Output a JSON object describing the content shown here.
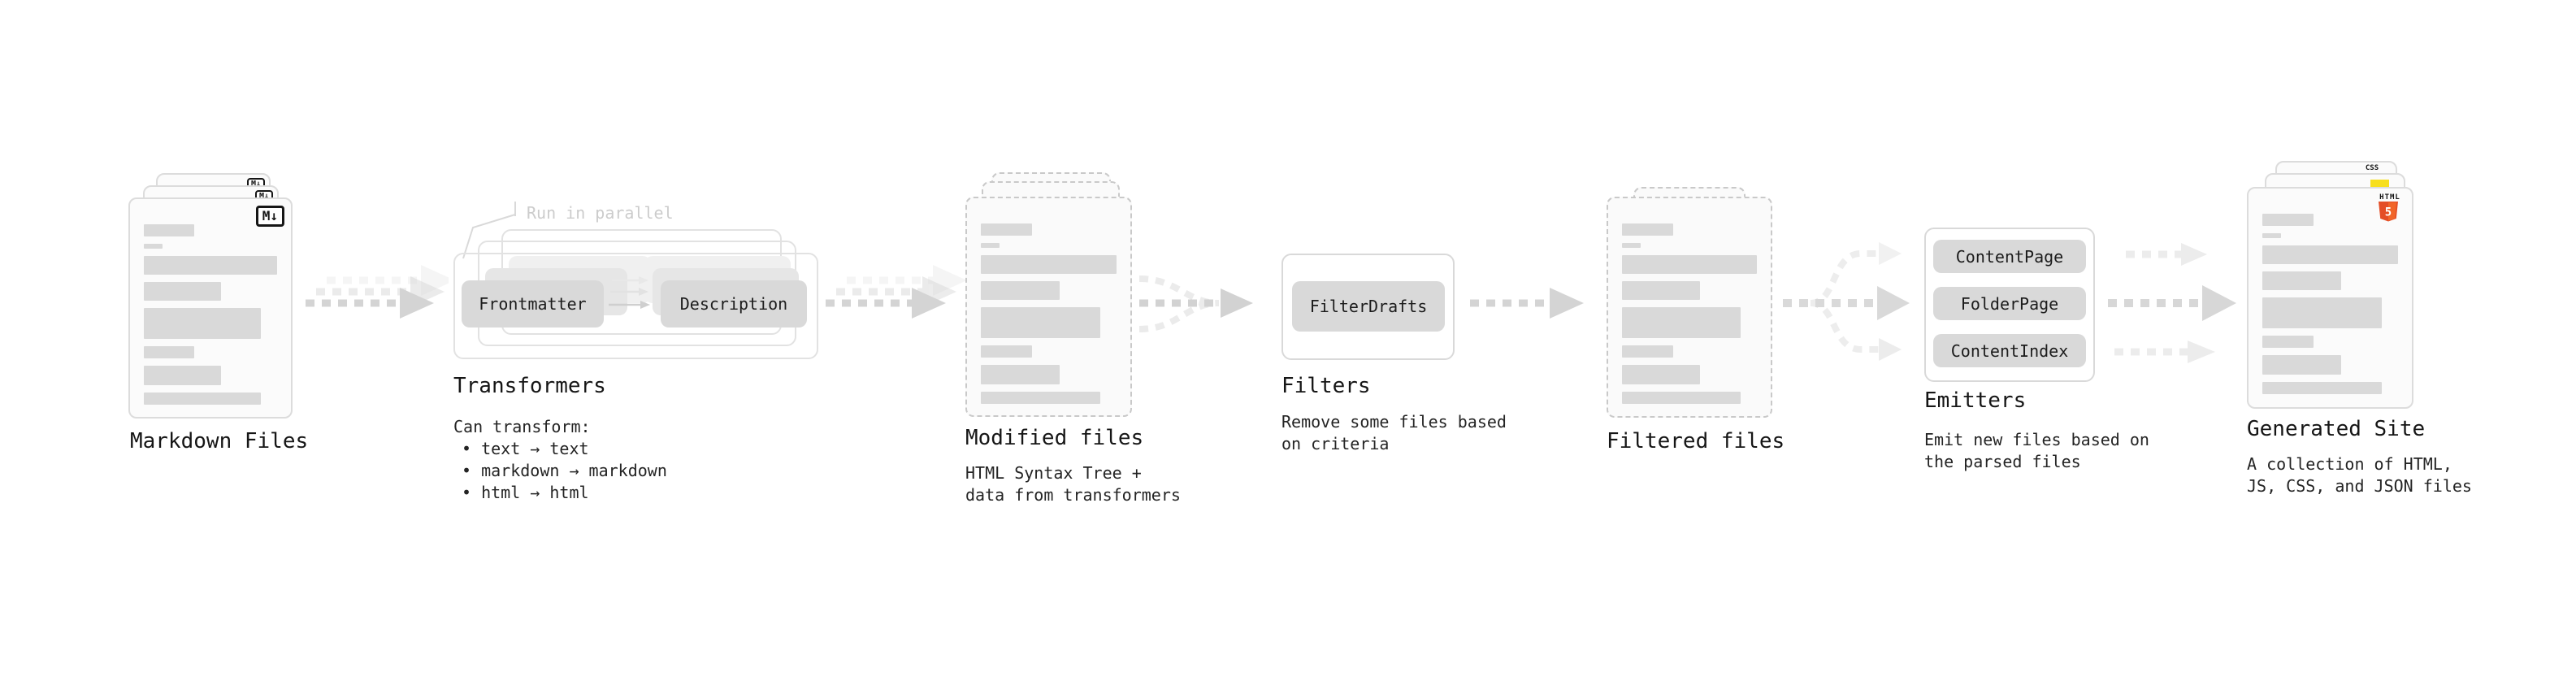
{
  "stages": {
    "markdown": {
      "label": "Markdown Files",
      "badge": "M↓"
    },
    "transformers": {
      "label": "Transformers",
      "callout": "Run in parallel",
      "pill_left": "Frontmatter",
      "pill_right": "Description",
      "note_title": "Can transform:",
      "bullets": [
        "• text → text",
        "• markdown → markdown",
        "• html → html"
      ]
    },
    "modified": {
      "label": "Modified files",
      "desc": "HTML Syntax Tree +\ndata from transformers"
    },
    "filters": {
      "label": "Filters",
      "pill": "FilterDrafts",
      "desc": "Remove some files based\non criteria"
    },
    "filtered": {
      "label": "Filtered files"
    },
    "emitters": {
      "label": "Emitters",
      "pills": [
        "ContentPage",
        "FolderPage",
        "ContentIndex"
      ],
      "desc": "Emit new files based on\nthe parsed files"
    },
    "generated": {
      "label": "Generated Site",
      "desc": "A collection of HTML,\nJS, CSS, and JSON files",
      "badges": {
        "css": "CSS",
        "html": "HTML",
        "html_number": "5"
      }
    }
  },
  "colors": {
    "arrow_gray": "#d4d4d4",
    "branch_gray": "#ebebeb",
    "css_blue": "#2965f1",
    "js_yellow": "#f7df1e",
    "html_orange": "#e44d26",
    "html_orange_light": "#f16529"
  }
}
